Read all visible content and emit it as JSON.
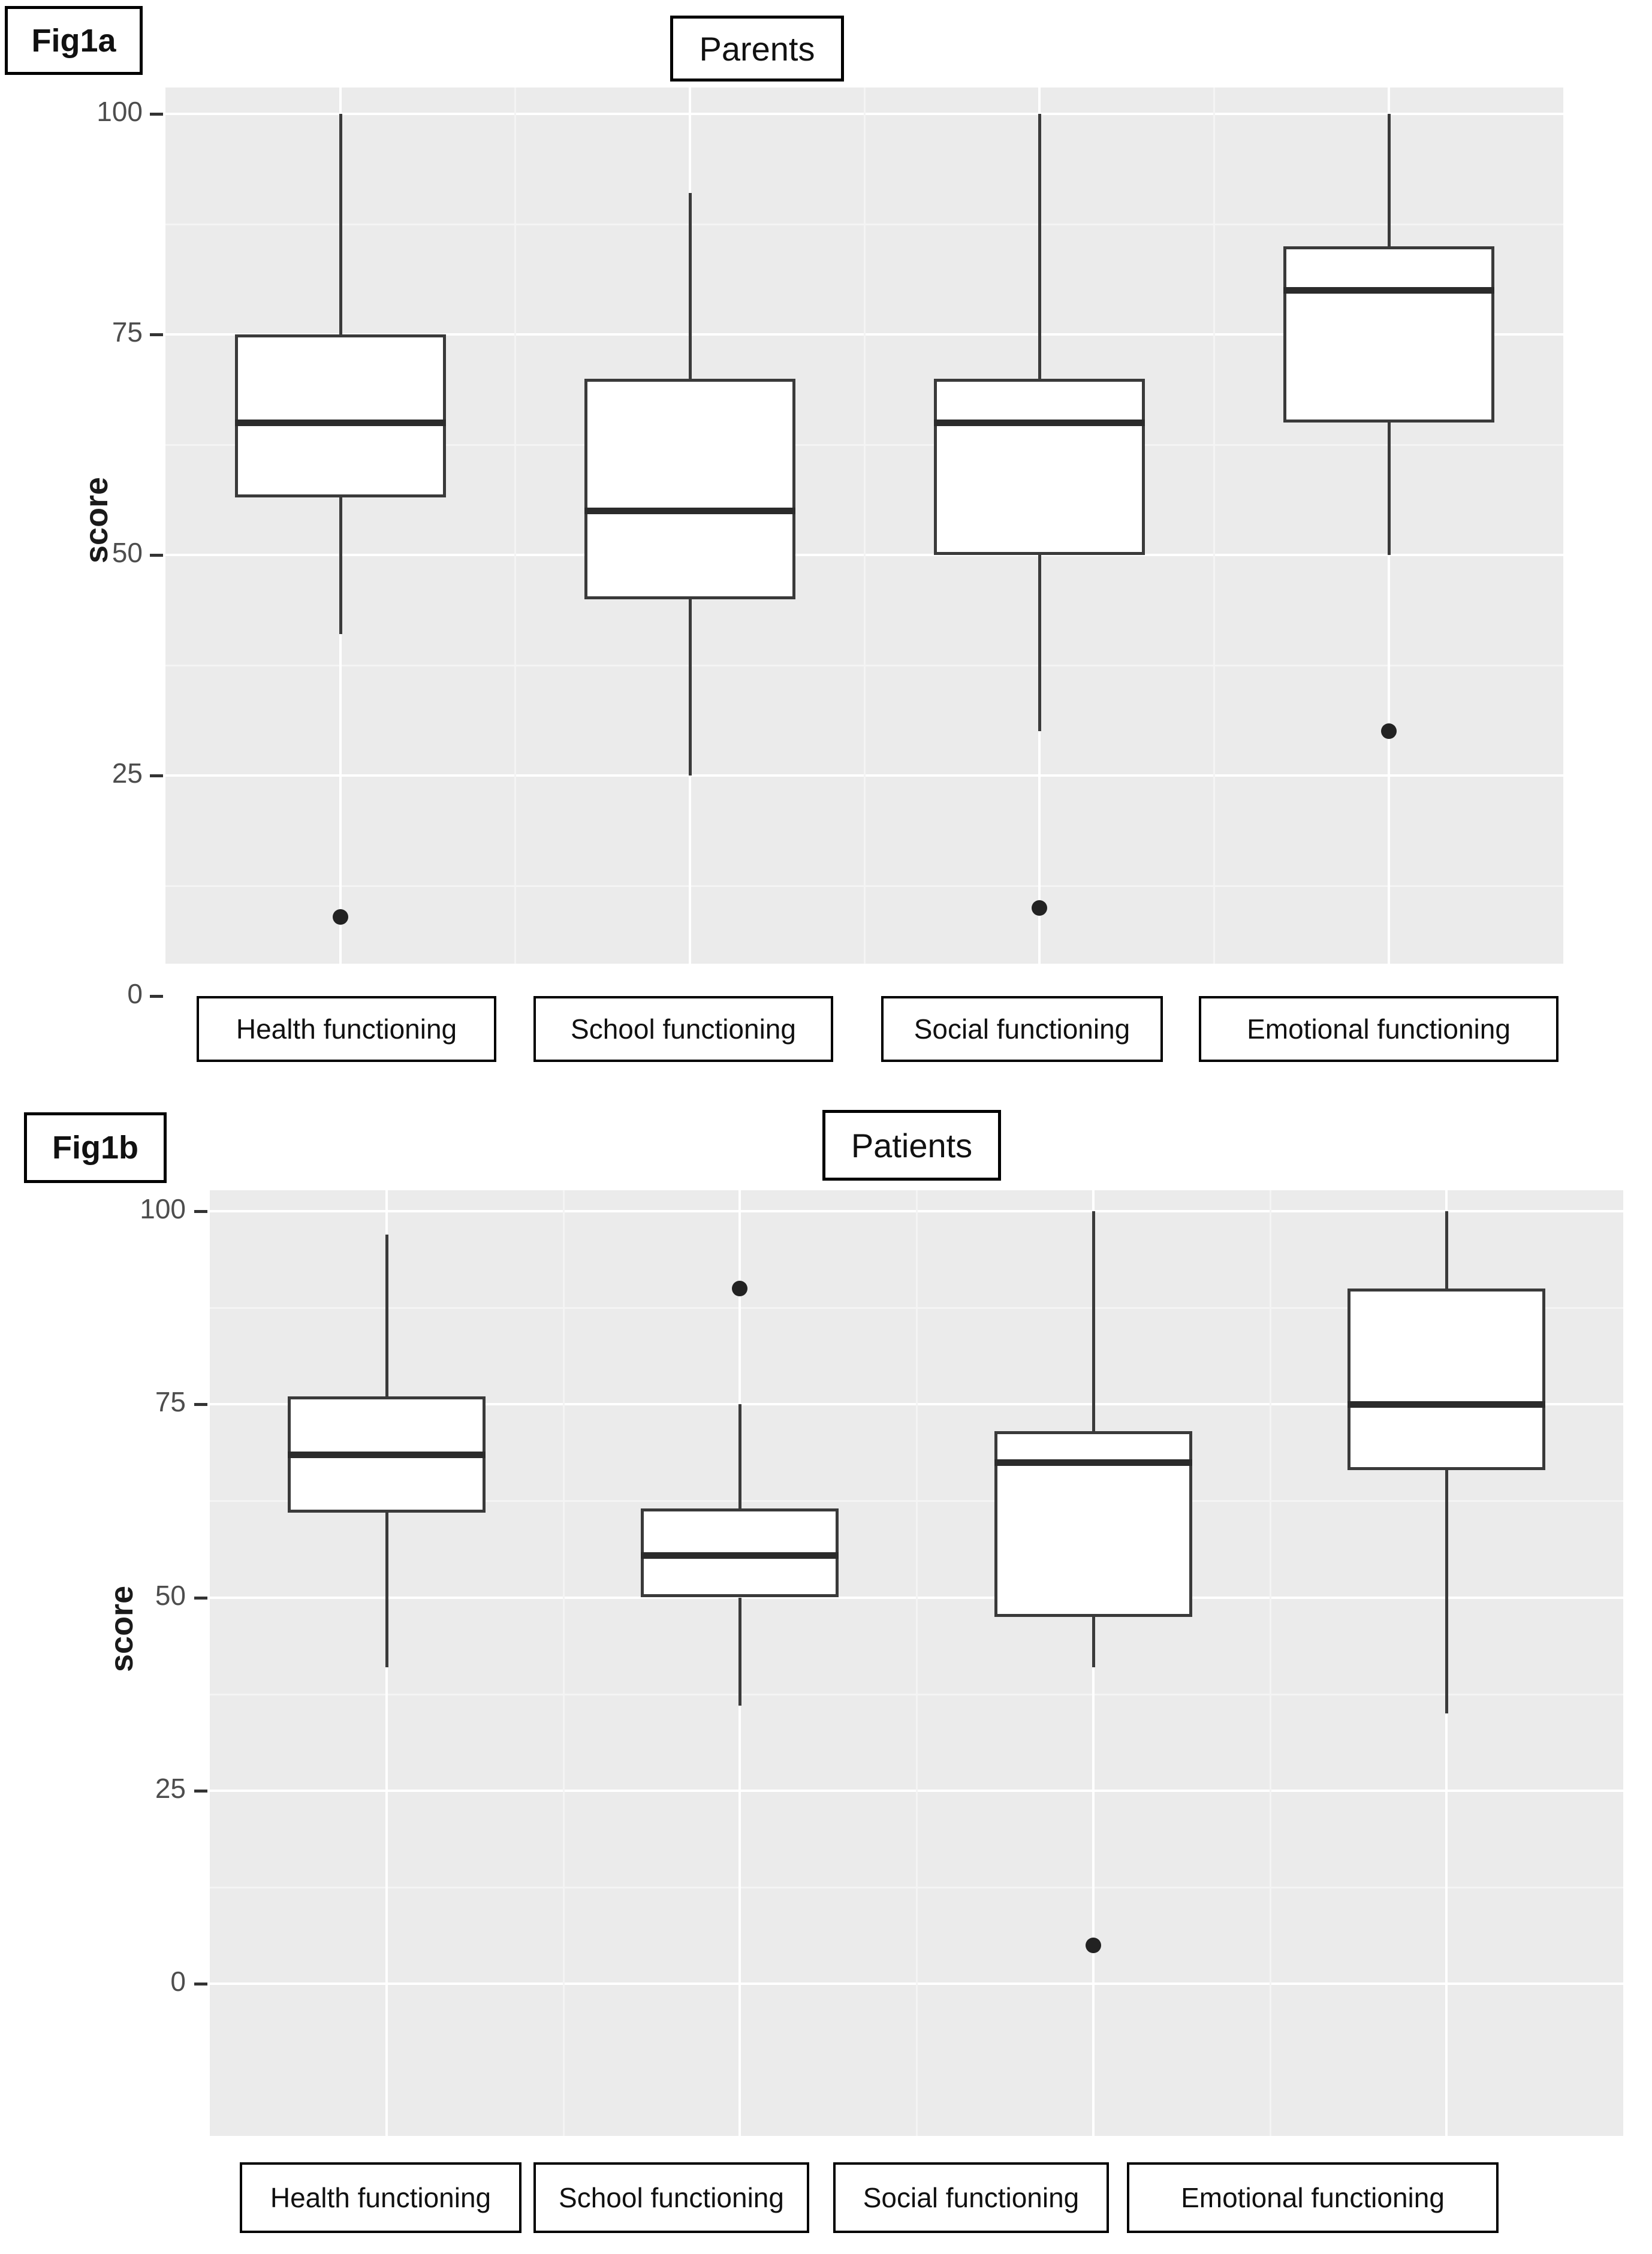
{
  "figures": [
    {
      "tag": "Fig1a",
      "title": "Parents",
      "ylabel": "score"
    },
    {
      "tag": "Fig1b",
      "title": "Patients",
      "ylabel": "score"
    }
  ],
  "axis": {
    "yticks": [
      "100",
      "75",
      "50",
      "25",
      "0"
    ],
    "ytick_values": [
      100,
      75,
      50,
      25,
      0
    ]
  },
  "categories": [
    "Health functioning",
    "School functioning",
    "Social functioning",
    "Emotional functioning"
  ],
  "colors": {
    "panel_background": "#ebebeb",
    "gridline": "#ffffff",
    "box_stroke": "#3a3a3a",
    "box_fill": "#ffffff",
    "median": "#2b2b2b",
    "outlier": "#222222",
    "tag_border": "#000000",
    "text": "#111111"
  },
  "chart_data": [
    {
      "type": "box",
      "title": "Parents",
      "tag": "Fig1a",
      "xlabel": "",
      "ylabel": "score",
      "ylim": [
        0,
        100
      ],
      "yticks": [
        0,
        25,
        50,
        75,
        100
      ],
      "grid": true,
      "legend": "none",
      "categories": [
        "Health functioning",
        "School functioning",
        "Social functioning",
        "Emotional functioning"
      ],
      "boxes": [
        {
          "category": "Health functioning",
          "whisker_low": 41,
          "q1": 56.5,
          "median": 65,
          "q3": 75,
          "whisker_high": 100,
          "outliers": [
            9
          ]
        },
        {
          "category": "School functioning",
          "whisker_low": 25,
          "q1": 45,
          "median": 55,
          "q3": 70,
          "whisker_high": 91,
          "outliers": []
        },
        {
          "category": "Social functioning",
          "whisker_low": 30,
          "q1": 50,
          "median": 65,
          "q3": 70,
          "whisker_high": 100,
          "outliers": [
            10
          ]
        },
        {
          "category": "Emotional functioning",
          "whisker_low": 50,
          "q1": 65,
          "median": 80,
          "q3": 85,
          "whisker_high": 100,
          "outliers": [
            30
          ]
        }
      ]
    },
    {
      "type": "box",
      "title": "Patients",
      "tag": "Fig1b",
      "xlabel": "",
      "ylabel": "score",
      "ylim": [
        0,
        100
      ],
      "yticks": [
        0,
        25,
        50,
        75,
        100
      ],
      "grid": true,
      "legend": "none",
      "categories": [
        "Health functioning",
        "School functioning",
        "Social functioning",
        "Emotional functioning"
      ],
      "boxes": [
        {
          "category": "Health functioning",
          "whisker_low": 41,
          "q1": 61,
          "median": 68.5,
          "q3": 76,
          "whisker_high": 97,
          "outliers": []
        },
        {
          "category": "School functioning",
          "whisker_low": 36,
          "q1": 50,
          "median": 55.5,
          "q3": 61.5,
          "whisker_high": 75,
          "outliers": [
            90
          ]
        },
        {
          "category": "Social functioning",
          "whisker_low": 41,
          "q1": 47.5,
          "median": 67.5,
          "q3": 71.5,
          "whisker_high": 100,
          "outliers": [
            5
          ]
        },
        {
          "category": "Emotional functioning",
          "whisker_low": 35,
          "q1": 66.5,
          "median": 75,
          "q3": 90,
          "whisker_high": 100,
          "outliers": []
        }
      ]
    }
  ]
}
